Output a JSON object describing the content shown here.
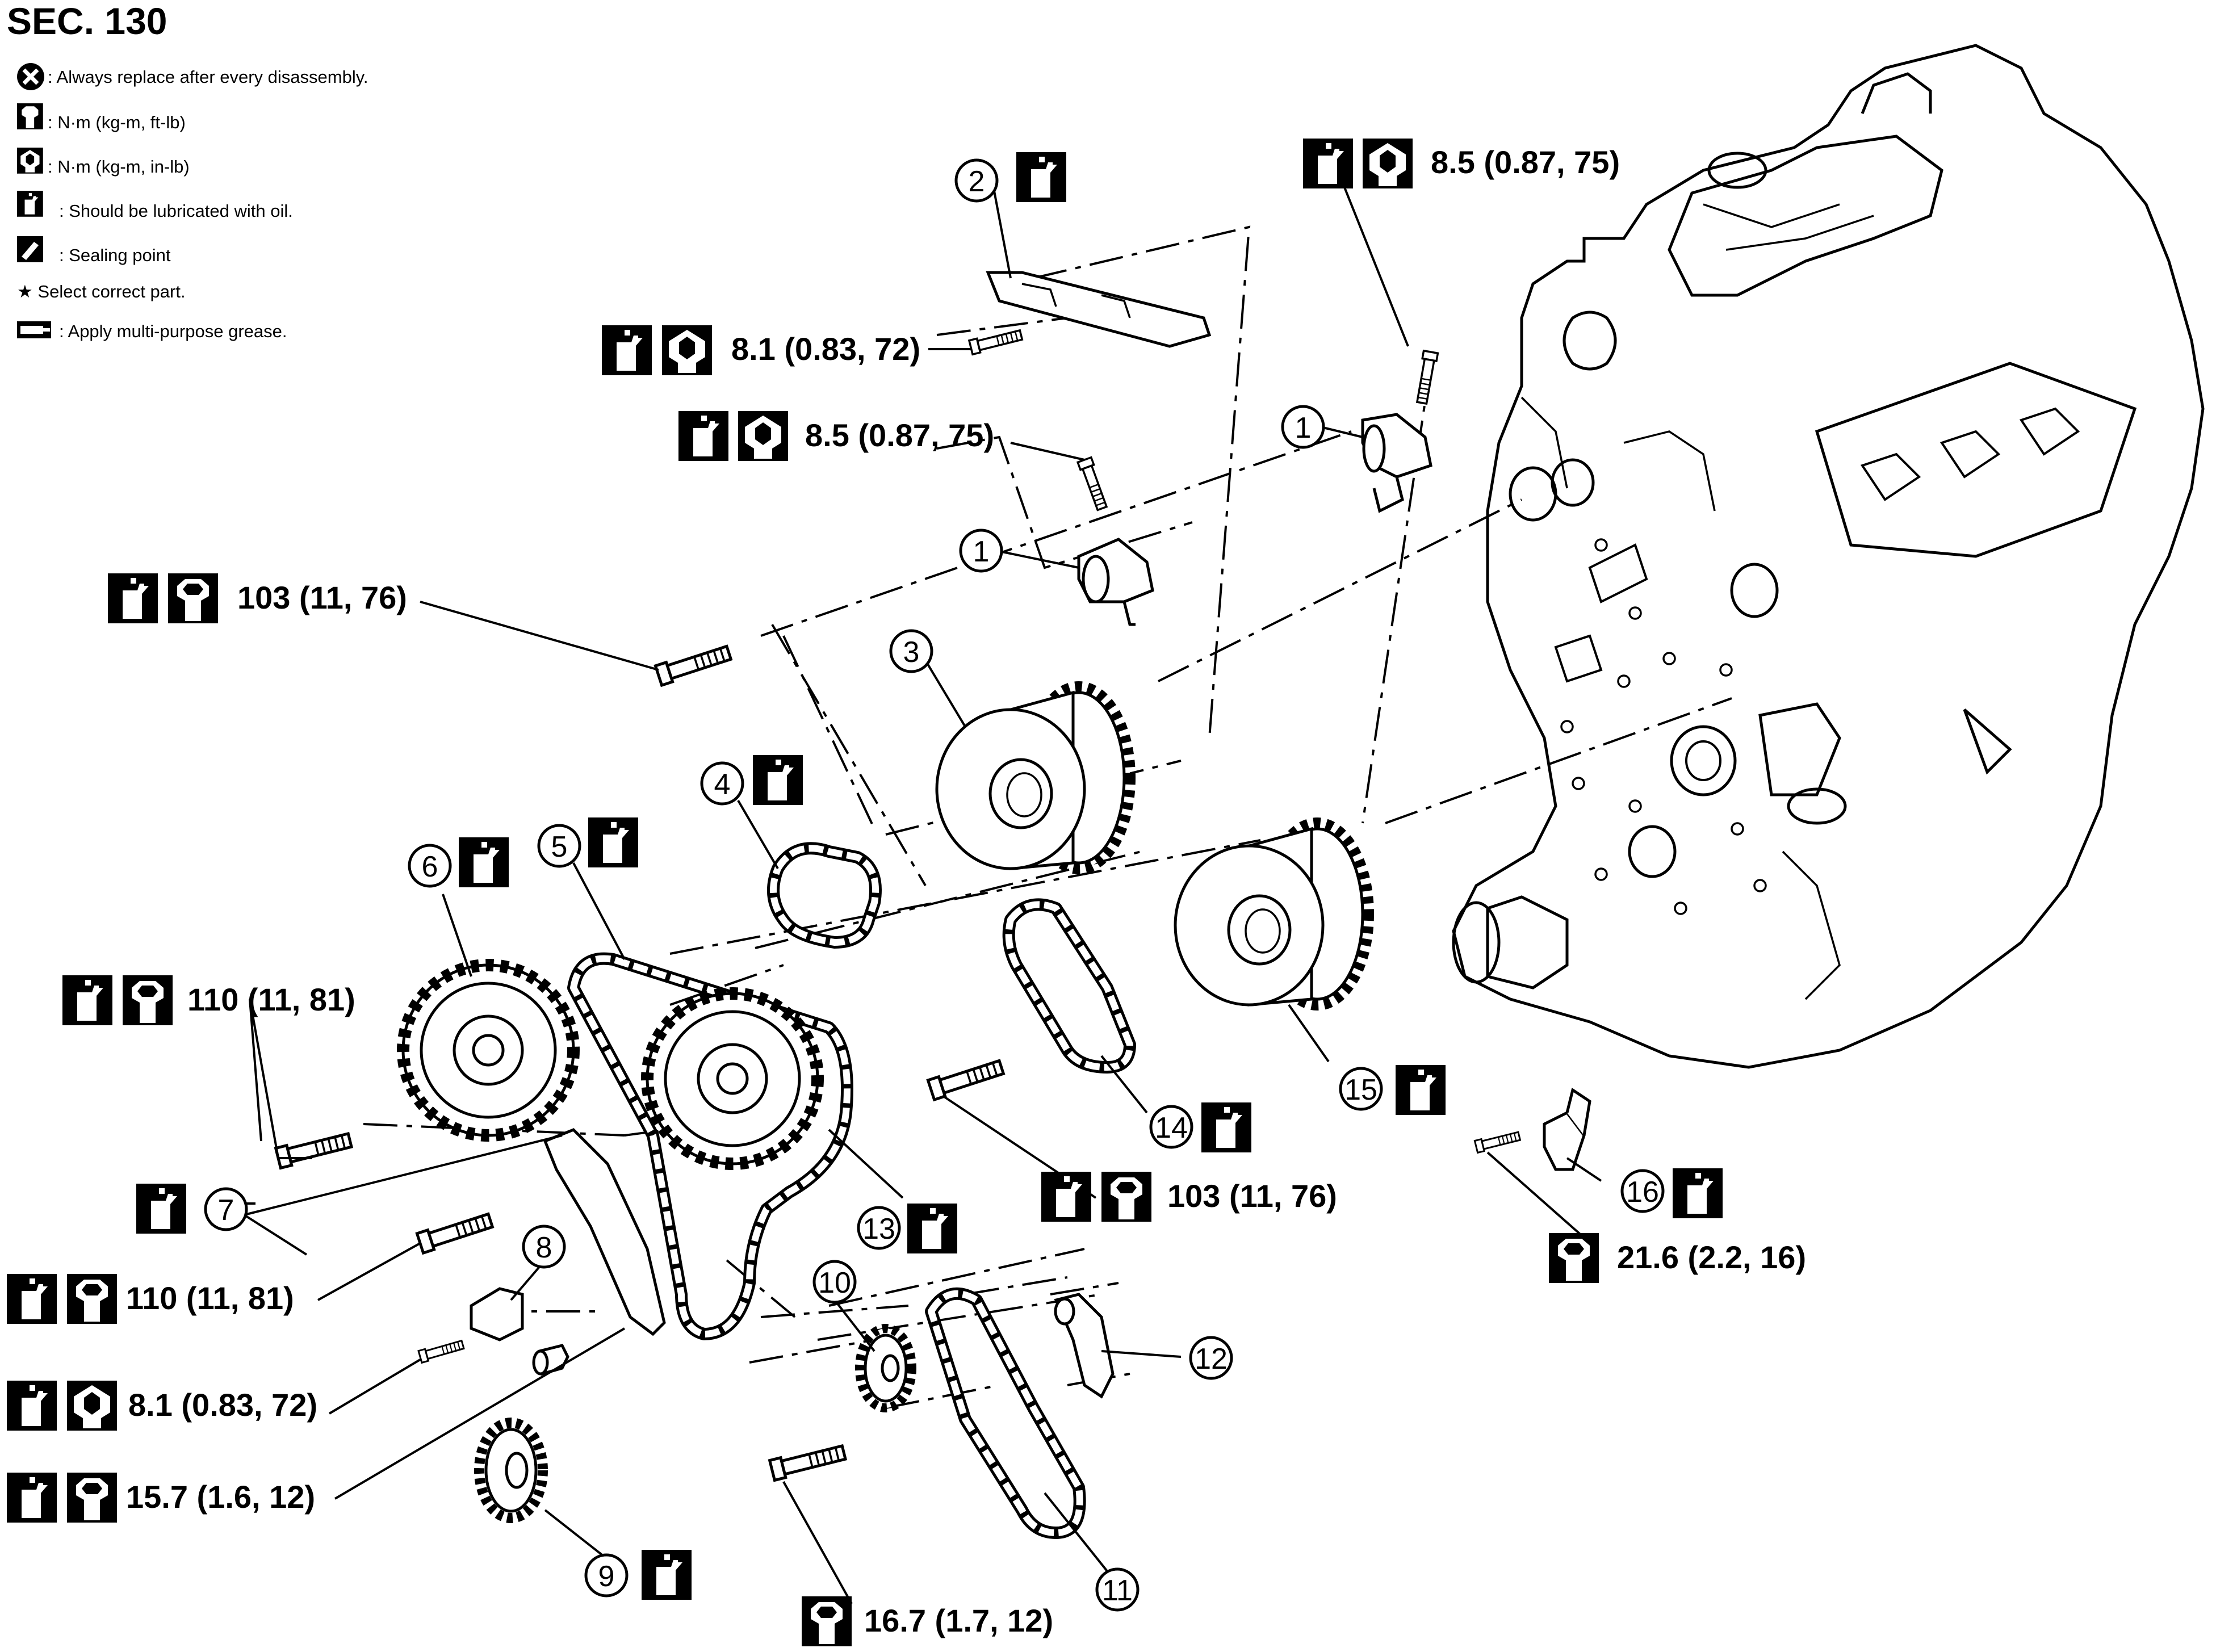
{
  "section_title": "SEC. 130",
  "legend": [
    {
      "icon": "replace-icon",
      "text": ": Always replace after every disassembly."
    },
    {
      "icon": "torque-ftlb-icon",
      "text": ": N·m (kg-m, ft-lb)"
    },
    {
      "icon": "torque-inlb-icon",
      "text": ": N·m (kg-m, in-lb)"
    },
    {
      "icon": "oil-can-icon",
      "text": ": Should be lubricated with oil."
    },
    {
      "icon": "sealing-point-icon",
      "text": ": Sealing point"
    },
    {
      "icon": "star-icon",
      "text": "★ Select correct part."
    },
    {
      "icon": "grease-gun-icon",
      "text": ": Apply multi-purpose grease."
    }
  ],
  "torques": {
    "t_top_right": "8.5 (0.87, 75)",
    "t_guide_bolt": "8.1 (0.83, 72)",
    "t_sensor_bolt": "8.5 (0.87, 75)",
    "t_upper_left_bolt": "103 (11, 76)",
    "t_sprocket6": "110 (11, 81)",
    "t_lower_bolt": "110 (11, 81)",
    "t_clip": "8.1 (0.83, 72)",
    "t_pin": "15.7 (1.6, 12)",
    "t_bottom": "16.7 (1.7, 12)",
    "t_center": "103 (11, 76)",
    "t_bracket": "21.6 (2.2, 16)"
  },
  "callouts": {
    "c1a": "1",
    "c1b": "1",
    "c2": "2",
    "c3": "3",
    "c4": "4",
    "c5": "5",
    "c6": "6",
    "c7": "7",
    "c8": "8",
    "c9": "9",
    "c10": "10",
    "c11": "11",
    "c12": "12",
    "c13": "13",
    "c14": "14",
    "c15": "15",
    "c16": "16"
  }
}
